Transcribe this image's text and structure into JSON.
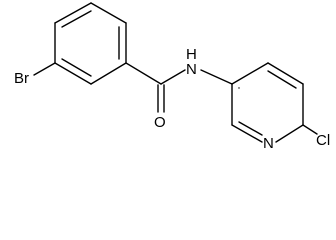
{
  "molecule": {
    "atoms": {
      "bromine": "Br",
      "oxygen": "O",
      "amide_n": "N",
      "amide_h": "H",
      "pyridine_n": "N",
      "chlorine": "Cl"
    }
  }
}
